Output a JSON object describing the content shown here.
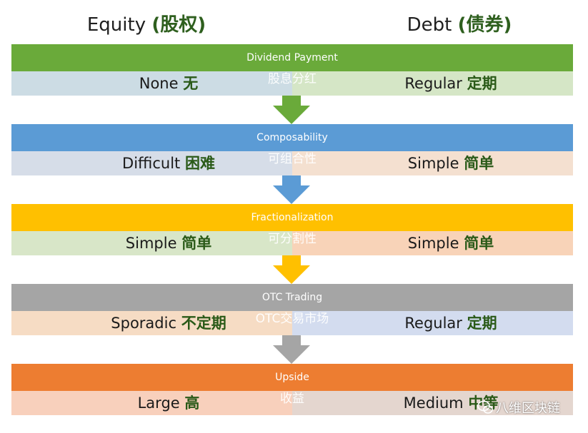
{
  "headers": {
    "equity": "Equity",
    "equity_cn": "(股权)",
    "debt": "Debt",
    "debt_cn": "(债券)"
  },
  "sections": [
    {
      "title": "Dividend Payment",
      "title_cn": "股息分红",
      "equity": "None",
      "equity_cn": "无",
      "debt": "Regular",
      "debt_cn": "定期",
      "band_color": "#6aaa3a",
      "left_color": "#ccdce4",
      "right_color": "#d5e6c6",
      "arrow_color": "#6aaa3a"
    },
    {
      "title": "Composability",
      "title_cn": "可组合性",
      "equity": "Difficult",
      "equity_cn": "困难",
      "debt": "Simple",
      "debt_cn": "简单",
      "band_color": "#5b9bd5",
      "left_color": "#d6dde8",
      "right_color": "#f4e0d0",
      "arrow_color": "#5b9bd5"
    },
    {
      "title": "Fractionalization",
      "title_cn": "可分割性",
      "equity": "Simple",
      "equity_cn": "简单",
      "debt": "Simple",
      "debt_cn": "简单",
      "band_color": "#ffc000",
      "left_color": "#d8e6c8",
      "right_color": "#f8d3b8",
      "arrow_color": "#ffc000"
    },
    {
      "title": "OTC Trading",
      "title_cn": "OTC交易市场",
      "equity": "Sporadic",
      "equity_cn": "不定期",
      "debt": "Regular",
      "debt_cn": "定期",
      "band_color": "#a5a5a5",
      "left_color": "#f6dcc4",
      "right_color": "#d3dcef",
      "arrow_color": "#a5a5a5"
    },
    {
      "title": "Upside",
      "title_cn": "收益",
      "equity": "Large",
      "equity_cn": "高",
      "debt": "Medium",
      "debt_cn": "中等",
      "band_color": "#ed7d31",
      "left_color": "#f8d0bc",
      "right_color": "#e4d6cf",
      "arrow_color": null
    }
  ],
  "watermark": "八维区块链"
}
